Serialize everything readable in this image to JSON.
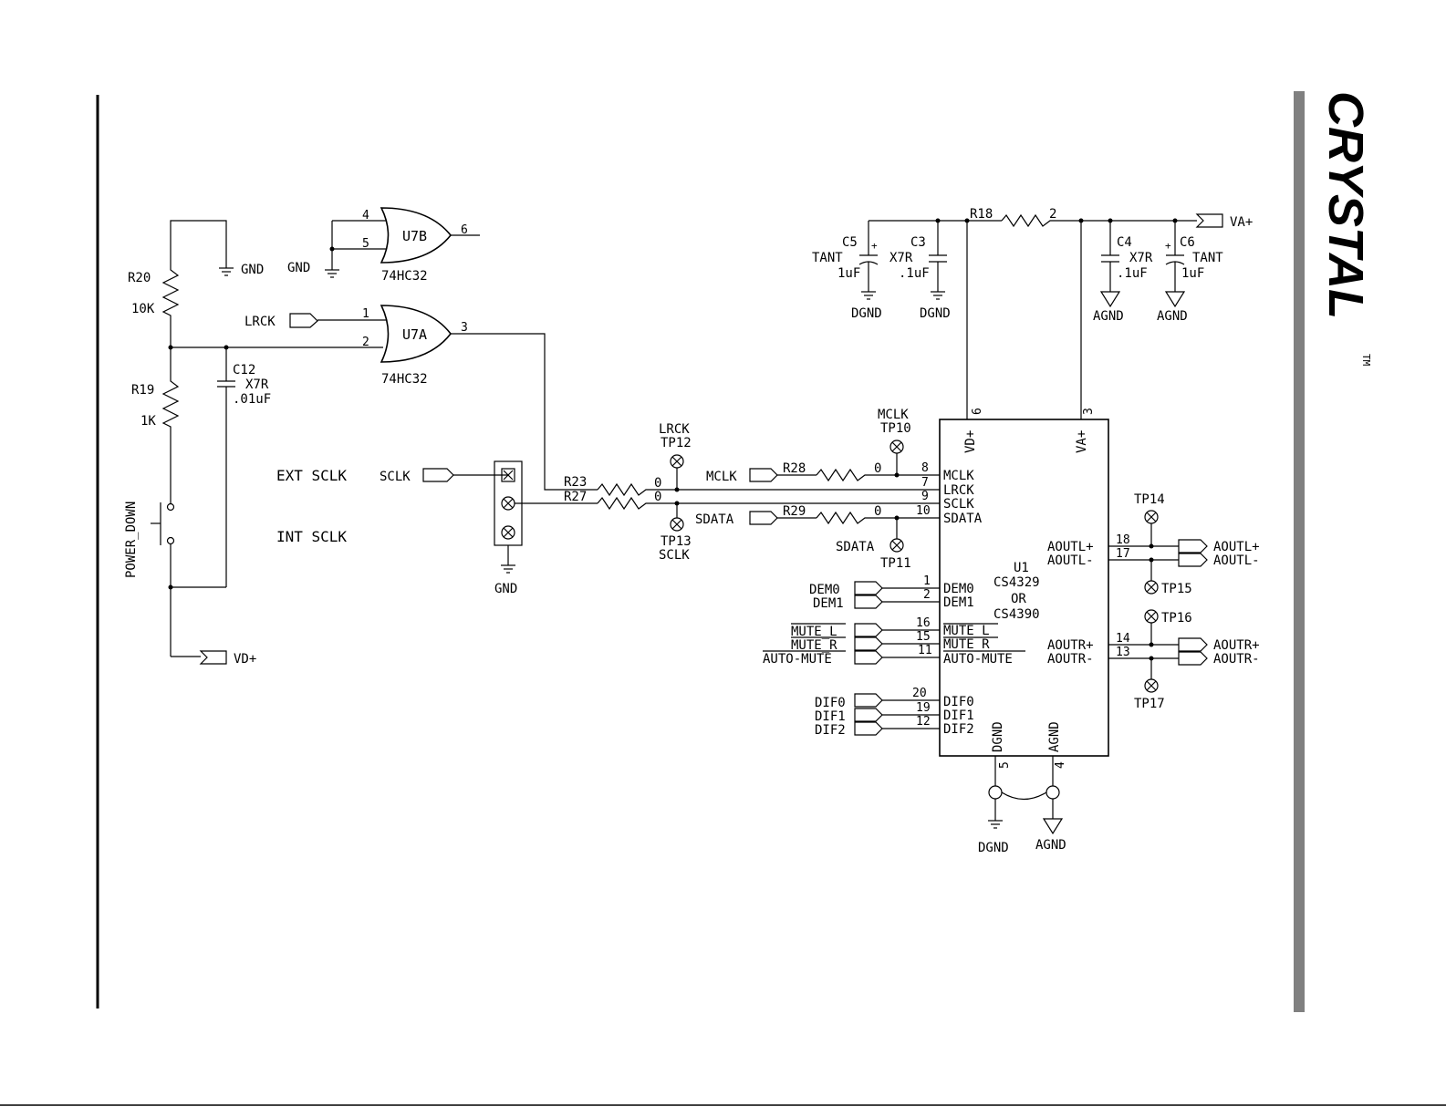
{
  "logo": {
    "text": "CRYSTAL",
    "tm": "TM"
  },
  "power": {
    "r20_ref": "R20",
    "r20_val": "10K",
    "r19_ref": "R19",
    "r19_val": "1K",
    "c12_ref": "C12",
    "c12_type": "X7R",
    "c12_val": ".01uF",
    "gnd1": "GND",
    "gnd2": "GND",
    "power_down": "POWER_DOWN",
    "vd_plus": "VD+"
  },
  "gates": {
    "u7b": {
      "ref": "U7B",
      "part": "74HC32",
      "pin_a": "4",
      "pin_b": "5",
      "pin_out": "6"
    },
    "u7a": {
      "ref": "U7A",
      "part": "74HC32",
      "pin_a": "1",
      "pin_b": "2",
      "pin_out": "3"
    },
    "lrck_in": "LRCK"
  },
  "sclk_select": {
    "ext": "EXT SCLK",
    "int": "INT SCLK",
    "sclk_in": "SCLK",
    "gnd": "GND"
  },
  "resistors": {
    "r23": "R23",
    "r23_val": "0",
    "r27": "R27",
    "r27_val": "0",
    "r28": "R28",
    "r28_val": "0",
    "r29": "R29",
    "r29_val": "0",
    "r18": "R18",
    "r18_val": "2"
  },
  "testpoints": {
    "tp12": "TP12",
    "tp12_sig": "LRCK",
    "tp13": "TP13",
    "tp13_sig": "SCLK",
    "tp10": "TP10",
    "tp10_sig": "MCLK",
    "tp11": "TP11",
    "tp11_sig": "SDATA",
    "tp14": "TP14",
    "tp15": "TP15",
    "tp16": "TP16",
    "tp17": "TP17"
  },
  "inputs": {
    "mclk": "MCLK",
    "sdata": "SDATA",
    "dem0": "DEM0",
    "dem1": "DEM1",
    "mute_l": "MUTE_L",
    "mute_r": "MUTE_R",
    "auto_mute": "AUTO-MUTE",
    "dif0": "DIF0",
    "dif1": "DIF1",
    "dif2": "DIF2"
  },
  "supply": {
    "va_plus": "VA+",
    "c5_ref": "C5",
    "c5_type": "TANT",
    "c5_val": "1uF",
    "c5_gnd": "DGND",
    "c3_ref": "C3",
    "c3_type": "X7R",
    "c3_val": ".1uF",
    "c3_gnd": "DGND",
    "c4_ref": "C4",
    "c4_type": "X7R",
    "c4_val": ".1uF",
    "c4_gnd": "AGND",
    "c6_ref": "C6",
    "c6_type": "TANT",
    "c6_val": "1uF",
    "c6_gnd": "AGND"
  },
  "u1": {
    "ref": "U1",
    "part1": "CS4329",
    "or": "OR",
    "part2": "CS4390",
    "vd_label": "VD+",
    "vd_pin": "6",
    "va_label": "VA+",
    "va_pin": "3",
    "dgnd_label": "DGND",
    "dgnd_pin": "5",
    "agnd_label": "AGND",
    "agnd_pin": "4",
    "left_pins": [
      {
        "label": "MCLK",
        "pin": "8"
      },
      {
        "label": "LRCK",
        "pin": "7"
      },
      {
        "label": "SCLK",
        "pin": "9"
      },
      {
        "label": "SDATA",
        "pin": "10"
      },
      {
        "label": "DEM0",
        "pin": "1"
      },
      {
        "label": "DEM1",
        "pin": "2"
      },
      {
        "label": "MUTE_L",
        "pin": "16"
      },
      {
        "label": "MUTE_R",
        "pin": "15"
      },
      {
        "label": "AUTO-MUTE",
        "pin": "11"
      },
      {
        "label": "DIF0",
        "pin": "20"
      },
      {
        "label": "DIF1",
        "pin": "19"
      },
      {
        "label": "DIF2",
        "pin": "12"
      }
    ],
    "right_pins": [
      {
        "label": "AOUTL+",
        "pin": "18"
      },
      {
        "label": "AOUTL-",
        "pin": "17"
      },
      {
        "label": "AOUTR+",
        "pin": "14"
      },
      {
        "label": "AOUTR-",
        "pin": "13"
      }
    ]
  },
  "outputs": {
    "aoutl_p": "AOUTL+",
    "aoutl_n": "AOUTL-",
    "aoutr_p": "AOUTR+",
    "aoutr_n": "AOUTR-"
  },
  "grounds": {
    "dgnd": "DGND",
    "agnd": "AGND"
  }
}
